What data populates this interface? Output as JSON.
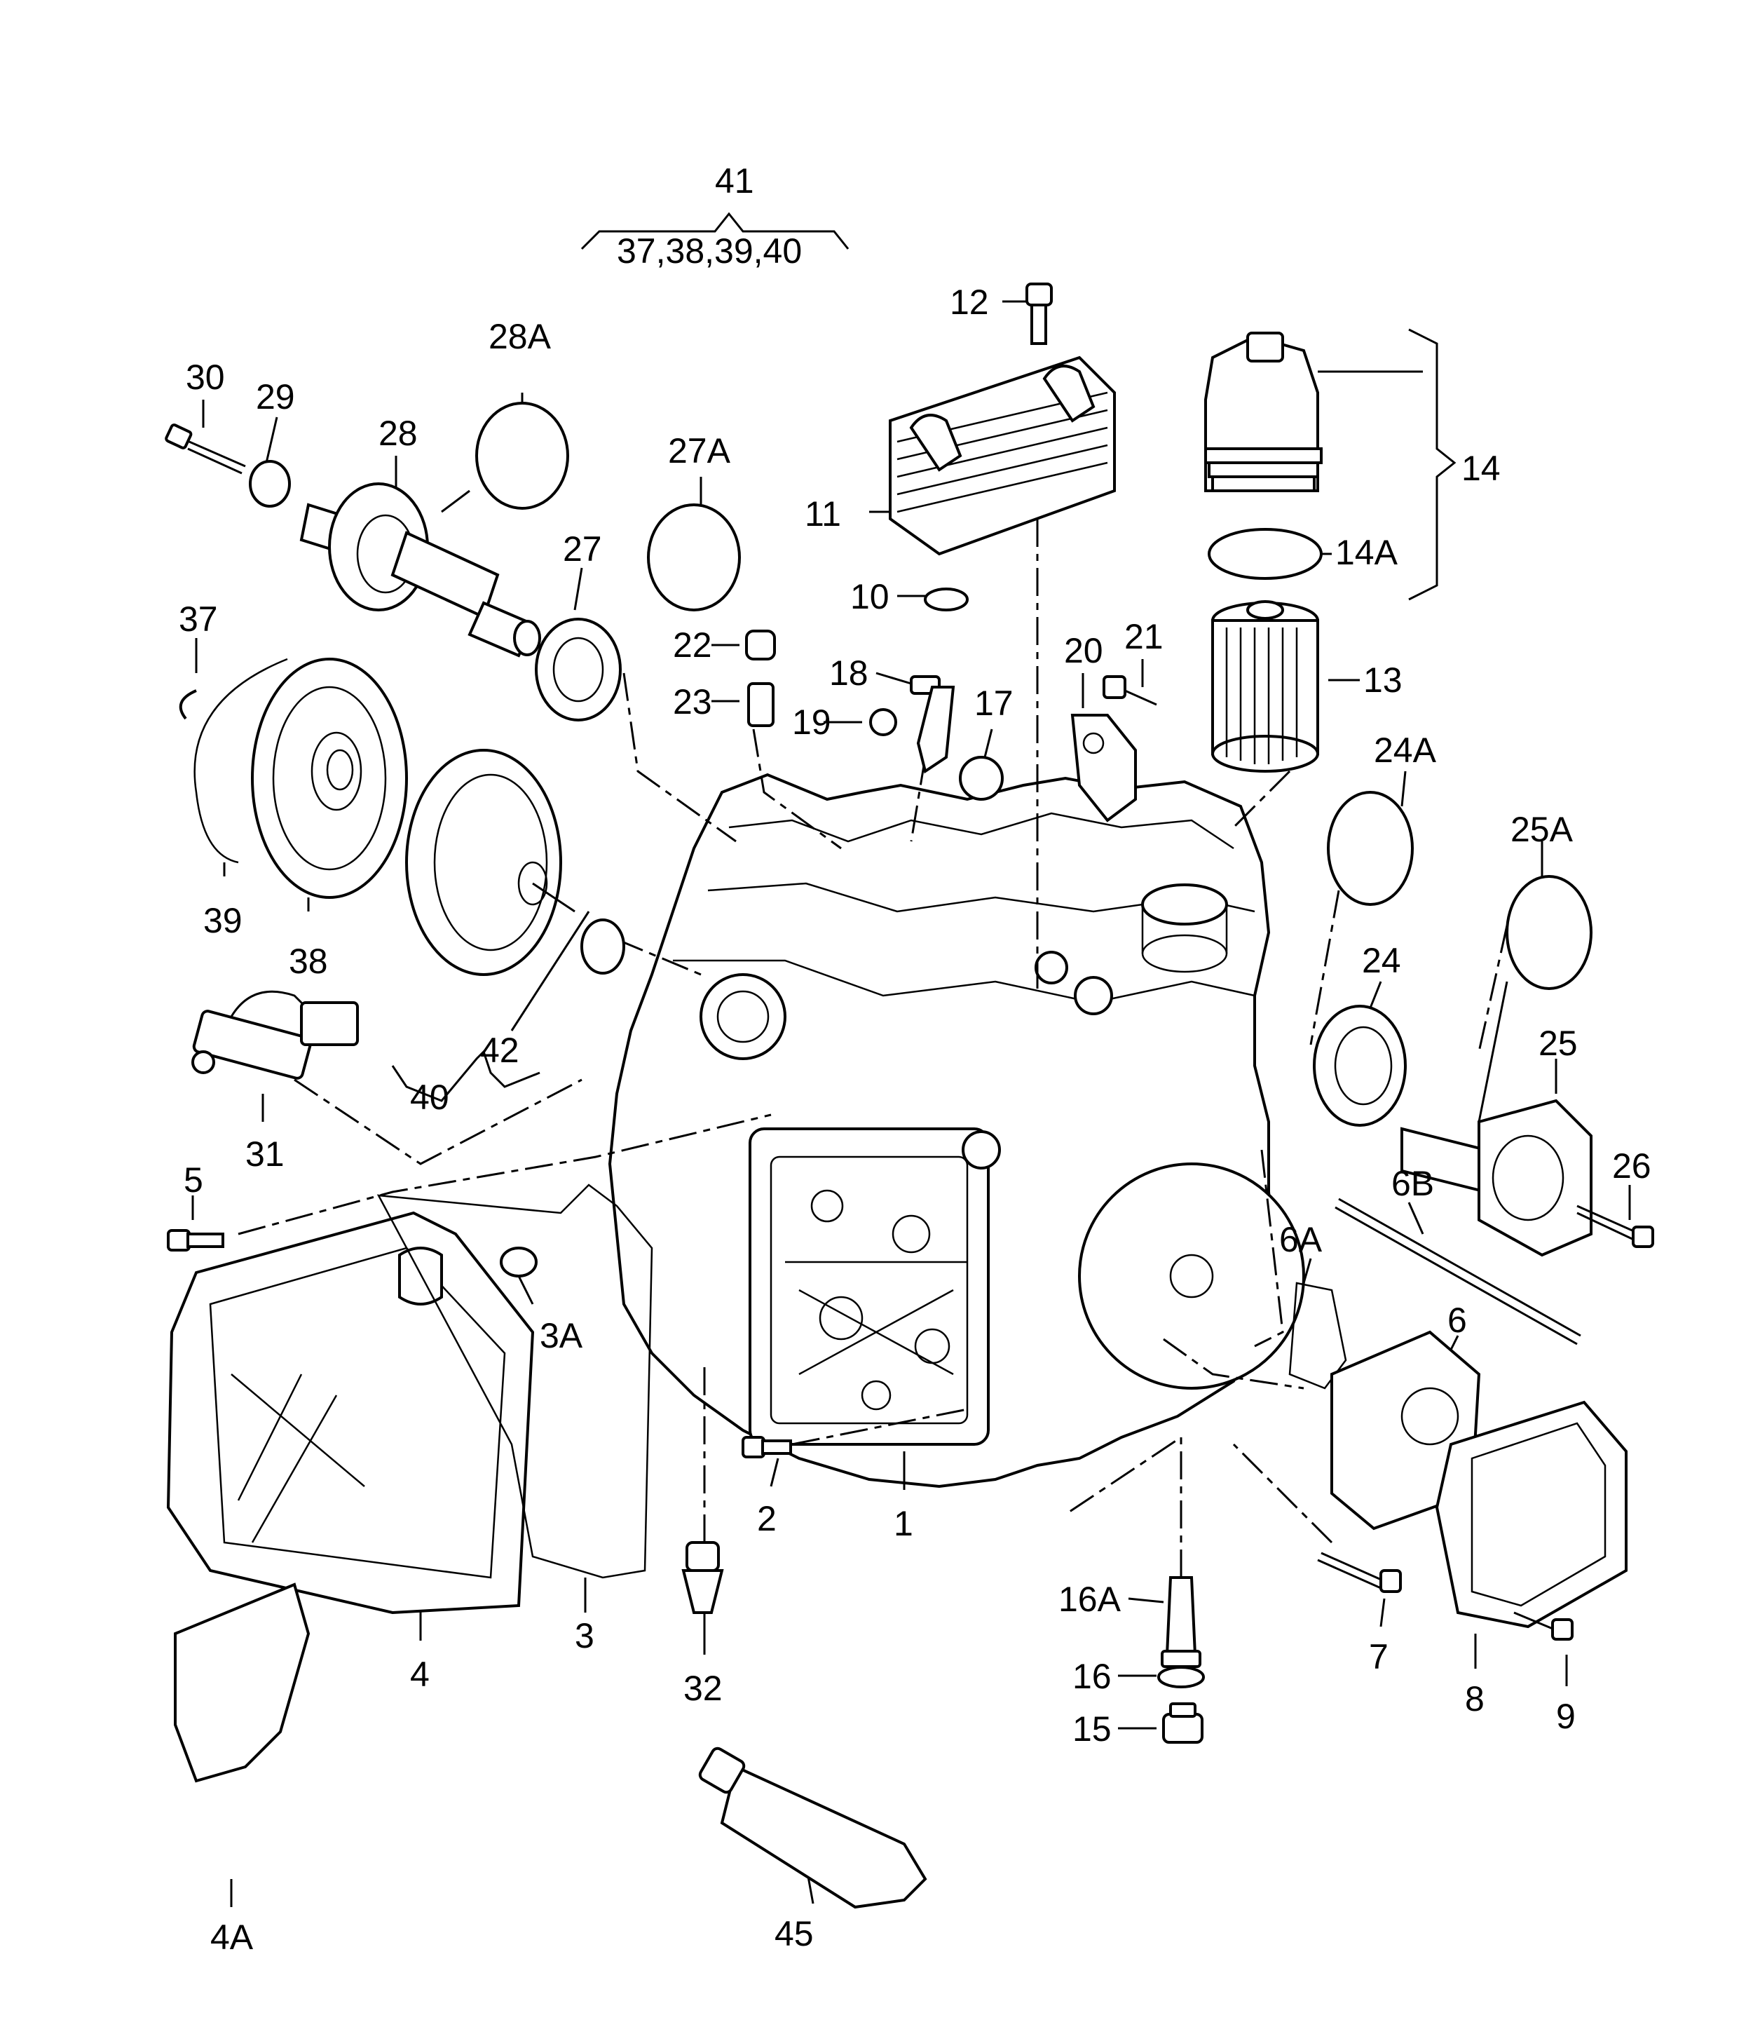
{
  "callouts": {
    "c41": "41",
    "c41sub": "37,38,39,40",
    "c12": "12",
    "c14": "14",
    "c14a": "14A",
    "c13": "13",
    "c11": "11",
    "c10": "10",
    "c30": "30",
    "c29": "29",
    "c28": "28",
    "c28a": "28A",
    "c27a": "27A",
    "c27": "27",
    "c37": "37",
    "c39": "39",
    "c38": "38",
    "c22": "22",
    "c23": "23",
    "c18": "18",
    "c19": "19",
    "c17": "17",
    "c20": "20",
    "c21": "21",
    "c24a": "24A",
    "c25a": "25A",
    "c24": "24",
    "c25": "25",
    "c26": "26",
    "c42": "42",
    "c40": "40",
    "c31": "31",
    "c5": "5",
    "c3a": "3A",
    "c6b": "6B",
    "c6a": "6A",
    "c6": "6",
    "c2": "2",
    "c1": "1",
    "c3": "3",
    "c4": "4",
    "c32": "32",
    "c16a": "16A",
    "c16": "16",
    "c15": "15",
    "c7": "7",
    "c8": "8",
    "c9": "9",
    "c4a": "4A",
    "c45": "45"
  }
}
